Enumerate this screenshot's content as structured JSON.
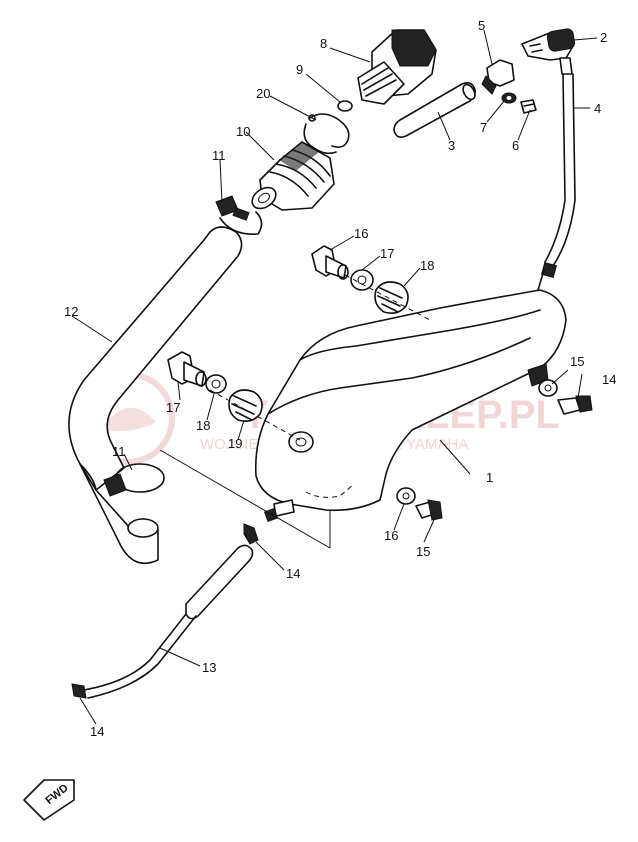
{
  "watermark": {
    "title": "YAMA-SKLEP.PL",
    "subtitle": "WOJCIECHOWICZ | DEALER YAMAHA",
    "color": "#e8b6b6"
  },
  "direction_badge": "FWD",
  "callouts": [
    {
      "id": "c1",
      "text": "1"
    },
    {
      "id": "c2",
      "text": "2"
    },
    {
      "id": "c3",
      "text": "3"
    },
    {
      "id": "c4",
      "text": "4"
    },
    {
      "id": "c5",
      "text": "5"
    },
    {
      "id": "c6",
      "text": "6"
    },
    {
      "id": "c7",
      "text": "7"
    },
    {
      "id": "c8",
      "text": "8"
    },
    {
      "id": "c9",
      "text": "9"
    },
    {
      "id": "c10",
      "text": "10"
    },
    {
      "id": "c11a",
      "text": "11"
    },
    {
      "id": "c11b",
      "text": "11"
    },
    {
      "id": "c12",
      "text": "12"
    },
    {
      "id": "c13",
      "text": "13"
    },
    {
      "id": "c14a",
      "text": "14"
    },
    {
      "id": "c14b",
      "text": "14"
    },
    {
      "id": "c15a",
      "text": "15"
    },
    {
      "id": "c15b",
      "text": "15"
    },
    {
      "id": "c16a",
      "text": "16"
    },
    {
      "id": "c16b",
      "text": "16"
    },
    {
      "id": "c17a",
      "text": "17"
    },
    {
      "id": "c17b",
      "text": "17"
    },
    {
      "id": "c18a",
      "text": "18"
    },
    {
      "id": "c18b",
      "text": "18"
    },
    {
      "id": "c19a",
      "text": "19"
    },
    {
      "id": "c19b",
      "text": "19"
    },
    {
      "id": "c20",
      "text": "20"
    }
  ]
}
